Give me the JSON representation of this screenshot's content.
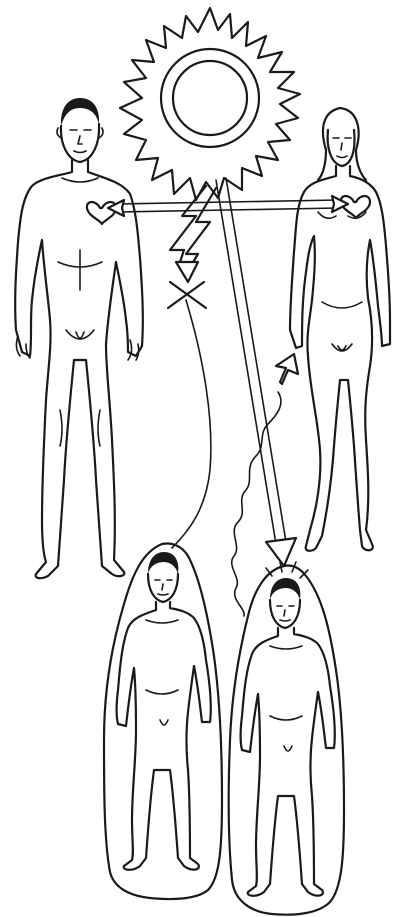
{
  "colors": {
    "ink": "#1a1a1a",
    "paper": "#ffffff"
  },
  "figures": [
    {
      "name": "man",
      "pose": "standing-front"
    },
    {
      "name": "woman",
      "pose": "standing-front"
    },
    {
      "name": "child-left",
      "aura": true
    },
    {
      "name": "child-right",
      "aura": true
    }
  ],
  "symbols": [
    "sun",
    "heart-man",
    "heart-woman",
    "lightning-bolt",
    "cross-mark",
    "wavy-arrow",
    "straight-arrow"
  ]
}
